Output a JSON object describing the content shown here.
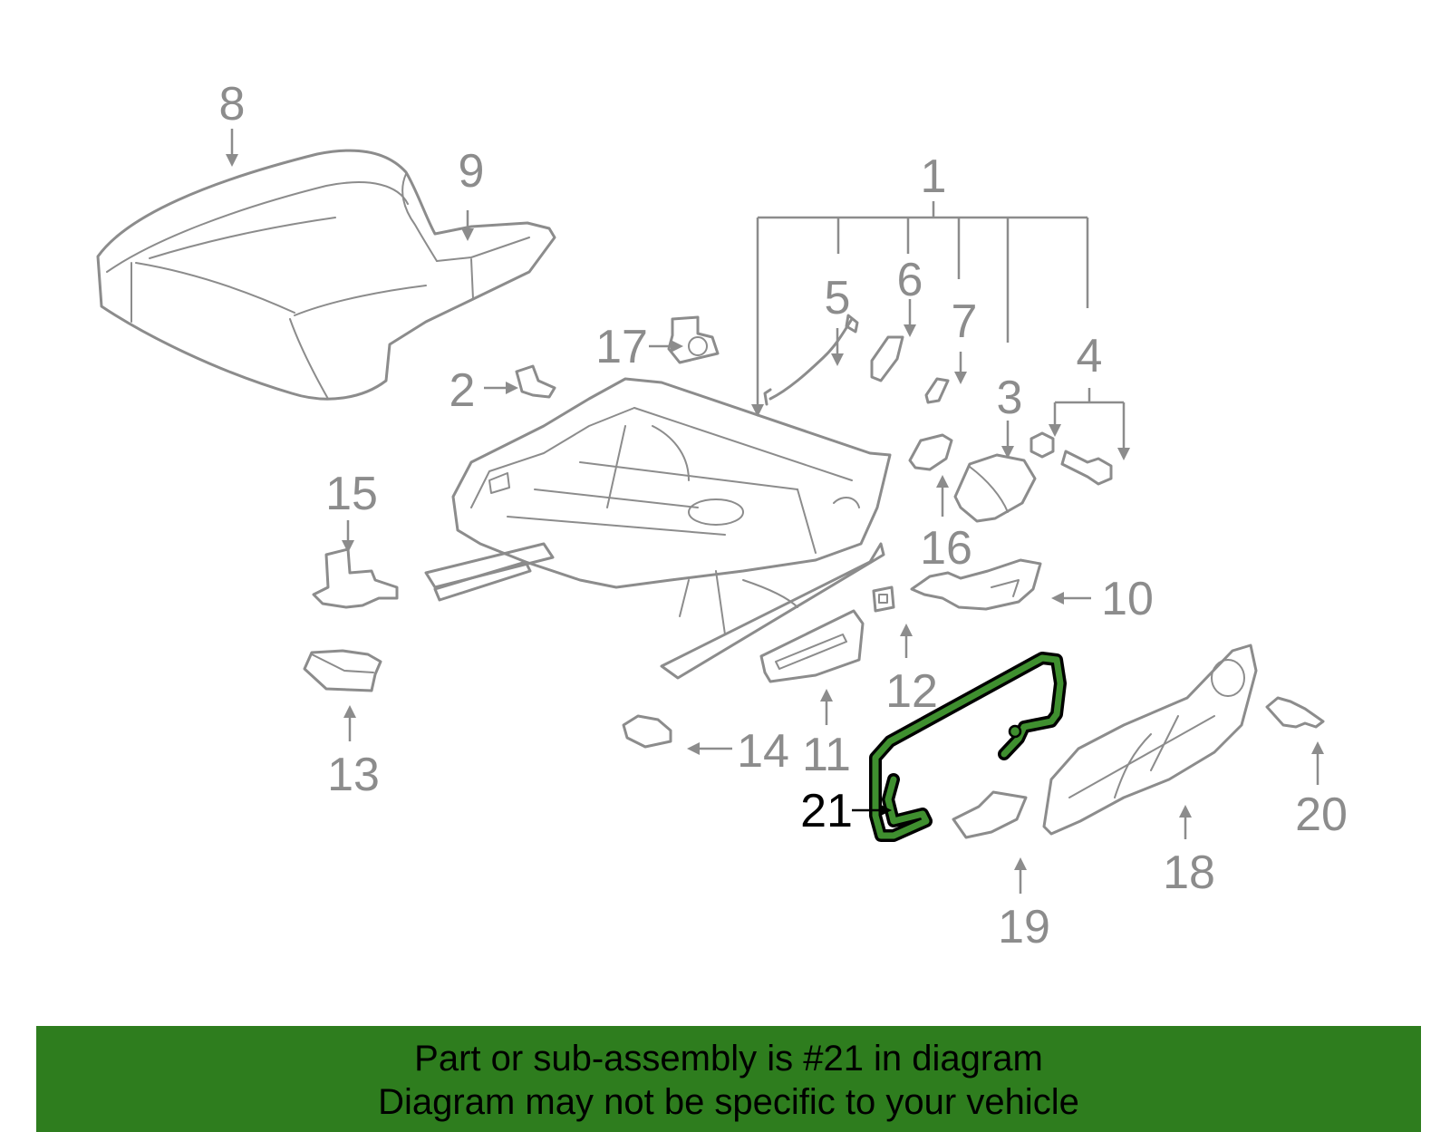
{
  "diagram": {
    "highlight_color": "#3f8f2f",
    "line_color": "#8c8c8c",
    "highlighted_part": "21",
    "callouts": [
      {
        "id": "c1",
        "label": "1"
      },
      {
        "id": "c2",
        "label": "2"
      },
      {
        "id": "c3",
        "label": "3"
      },
      {
        "id": "c4",
        "label": "4"
      },
      {
        "id": "c5",
        "label": "5"
      },
      {
        "id": "c6",
        "label": "6"
      },
      {
        "id": "c7",
        "label": "7"
      },
      {
        "id": "c8",
        "label": "8"
      },
      {
        "id": "c9",
        "label": "9"
      },
      {
        "id": "c10",
        "label": "10"
      },
      {
        "id": "c11",
        "label": "11"
      },
      {
        "id": "c12",
        "label": "12"
      },
      {
        "id": "c13",
        "label": "13"
      },
      {
        "id": "c14",
        "label": "14"
      },
      {
        "id": "c15",
        "label": "15"
      },
      {
        "id": "c16",
        "label": "16"
      },
      {
        "id": "c17",
        "label": "17"
      },
      {
        "id": "c18",
        "label": "18"
      },
      {
        "id": "c19",
        "label": "19"
      },
      {
        "id": "c20",
        "label": "20"
      },
      {
        "id": "c21",
        "label": "21"
      }
    ]
  },
  "banner": {
    "color": "#2e7d1e",
    "line1": "Part or sub-assembly is #21 in diagram",
    "line2": "Diagram may not be specific to your vehicle"
  }
}
